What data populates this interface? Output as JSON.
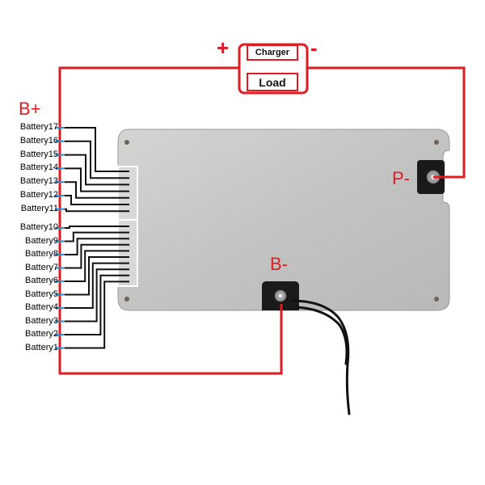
{
  "labels": {
    "b_plus": "B+",
    "b_minus": "B-",
    "p_minus": "P-",
    "plus_sign": "+",
    "minus_sign": "-",
    "charger": "Charger",
    "load": "Load"
  },
  "batteries": [
    "Battery17",
    "Battery16",
    "Battery15",
    "Battery14",
    "Battery13",
    "Battery12",
    "Battery11",
    "Battery10",
    "Battery9",
    "Battery8",
    "Battery7",
    "Battery6",
    "Battery5",
    "Battery4",
    "Battery3",
    "Battery2",
    "Battery1"
  ],
  "colors": {
    "wire_red": "#e11b22",
    "wire_black": "#111111",
    "terminal_blue": "#2b8fd6",
    "board_metal": "#c9cac8",
    "label_red": "#e11b22"
  }
}
